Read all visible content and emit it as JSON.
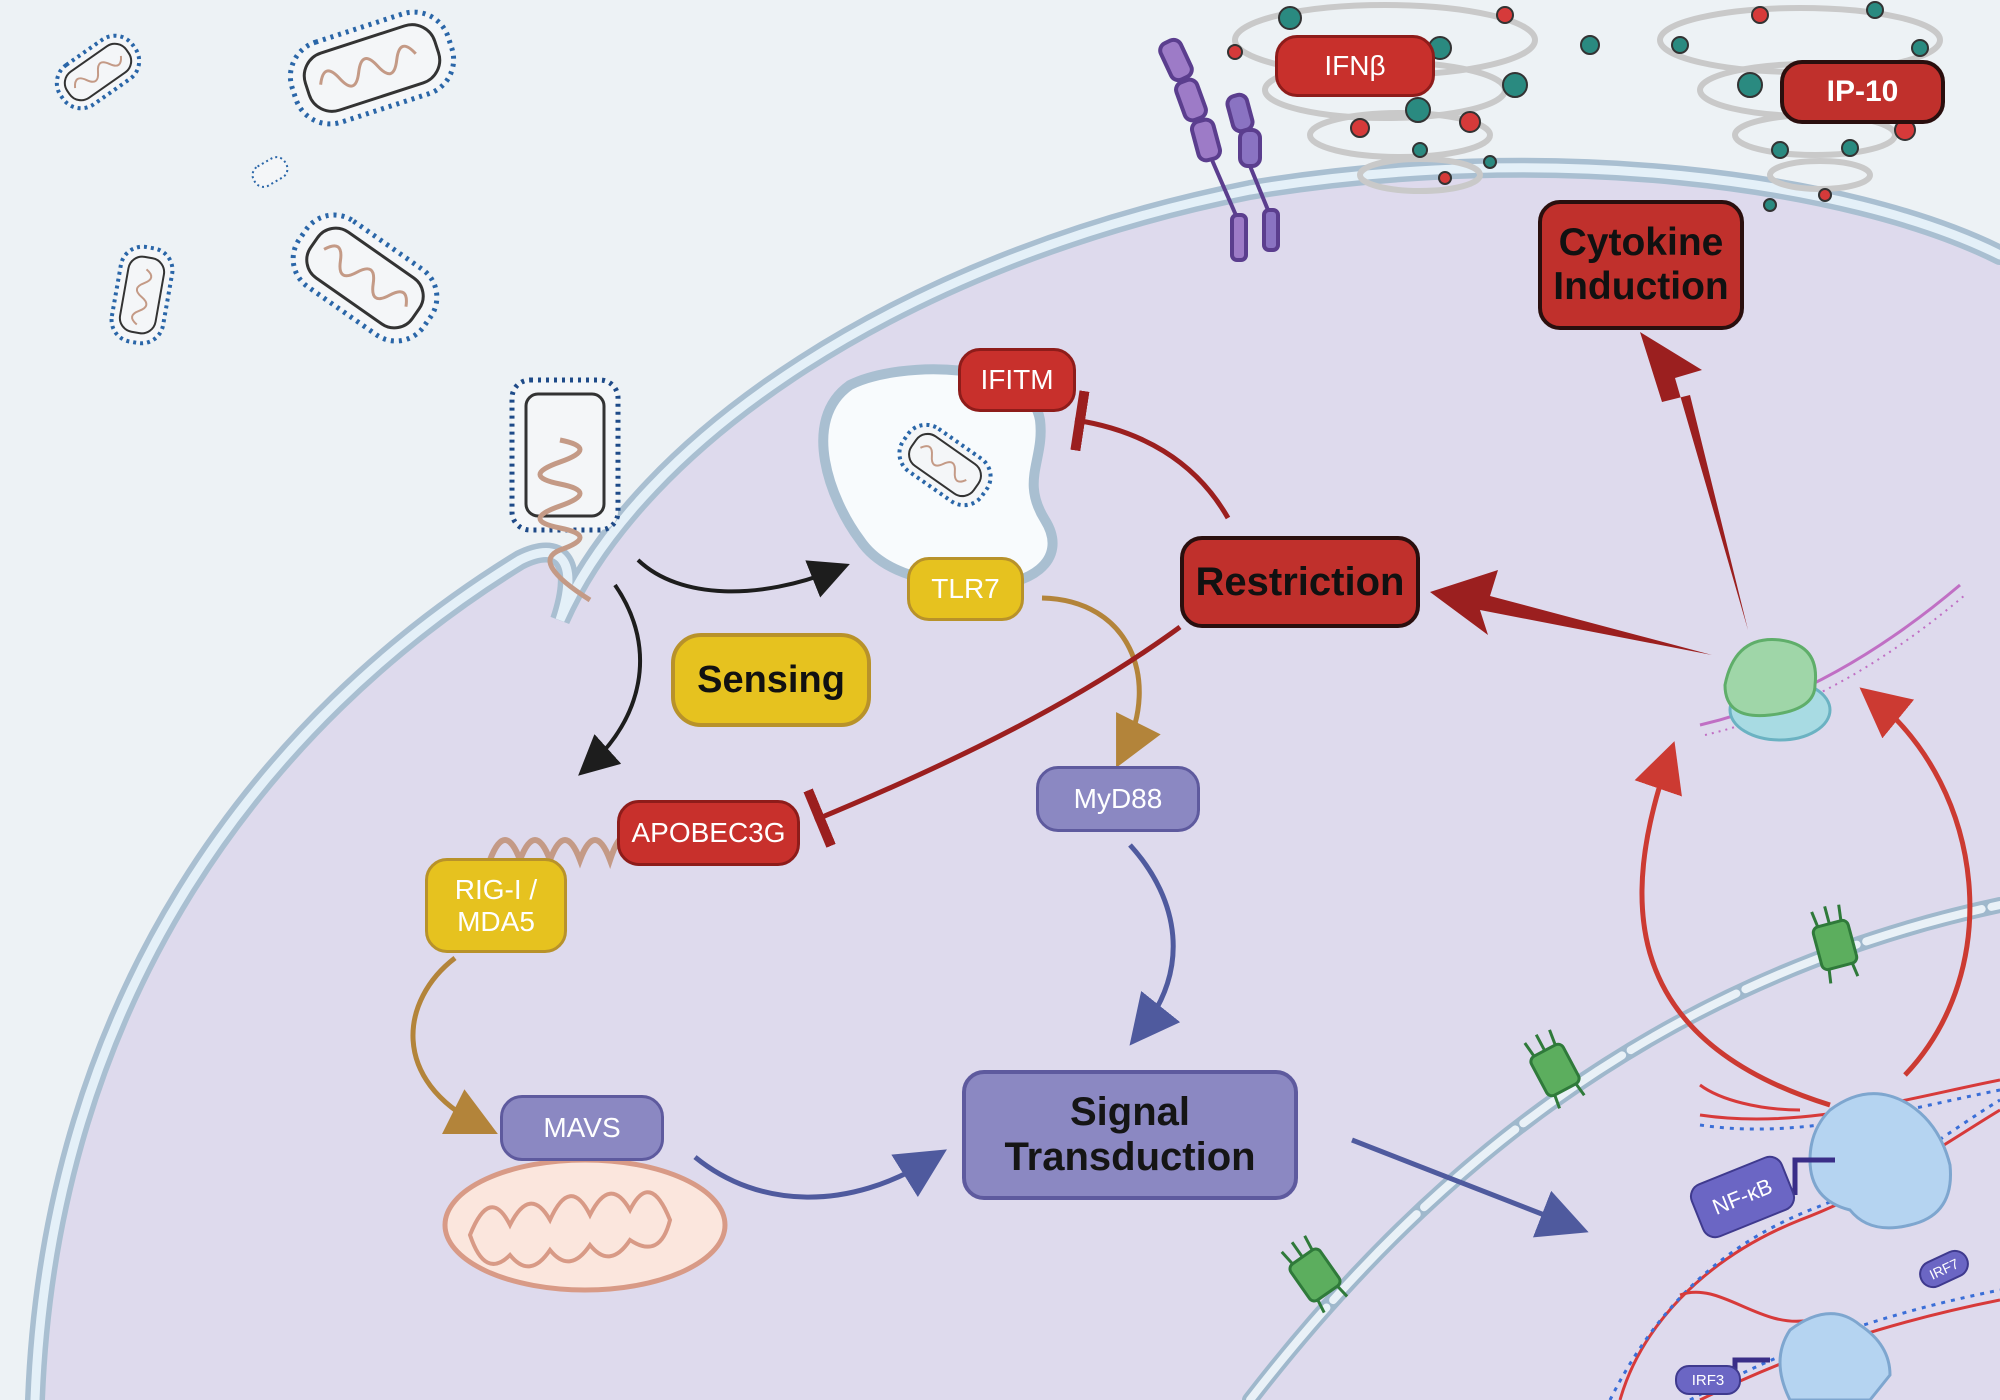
{
  "labels": {
    "ifnb": "IFNβ",
    "ip10": "IP-10",
    "cytokine_induction": "Cytokine Induction",
    "ifitm": "IFITM",
    "tlr7": "TLR7",
    "restriction": "Restriction",
    "sensing": "Sensing",
    "myd88": "MyD88",
    "apobec3g": "APOBEC3G",
    "rig_mda5": "RIG-I / MDA5",
    "mavs": "MAVS",
    "signal_transduction": "Signal Transduction",
    "nfkb": "NF-κB",
    "irf7": "IRF7",
    "irf3": "IRF3"
  },
  "colors": {
    "background": "#edf2f5",
    "cytoplasm": "#dedaed",
    "membrane": "#a9bfd1",
    "restriction_red": "#c8302c",
    "sensing_yellow": "#e6c21f",
    "signal_purple": "#8b88c2"
  }
}
